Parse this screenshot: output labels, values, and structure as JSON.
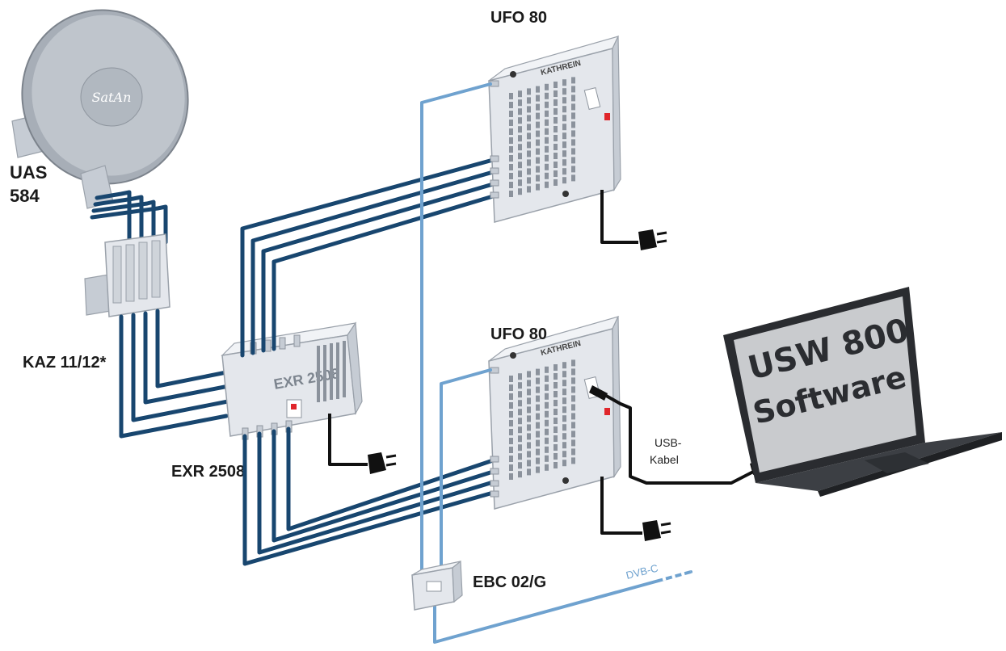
{
  "labels": {
    "dish": "UAS\n584",
    "dish_line1": "UAS",
    "dish_line2": "584",
    "dish_brand": "SatAn",
    "switch": "KAZ 11/12*",
    "multiswitch": "EXR 2508",
    "multiswitch_face": "EXR 2508",
    "ufo_top": "UFO 80",
    "ufo_bottom": "UFO 80",
    "ufo_brand": "KATHREIN",
    "combiner": "EBC 02/G",
    "dvbc": "DVB-C",
    "usb_line1": "USB-",
    "usb_line2": "Kabel",
    "laptop_line1": "USW 800",
    "laptop_line2": "Software"
  },
  "colors": {
    "sat_cable": "#18466f",
    "cable_tv": "#6fa2cf",
    "power_cable": "#111111",
    "device_body": "#e4e7ec",
    "status_led": "#e0262b"
  }
}
